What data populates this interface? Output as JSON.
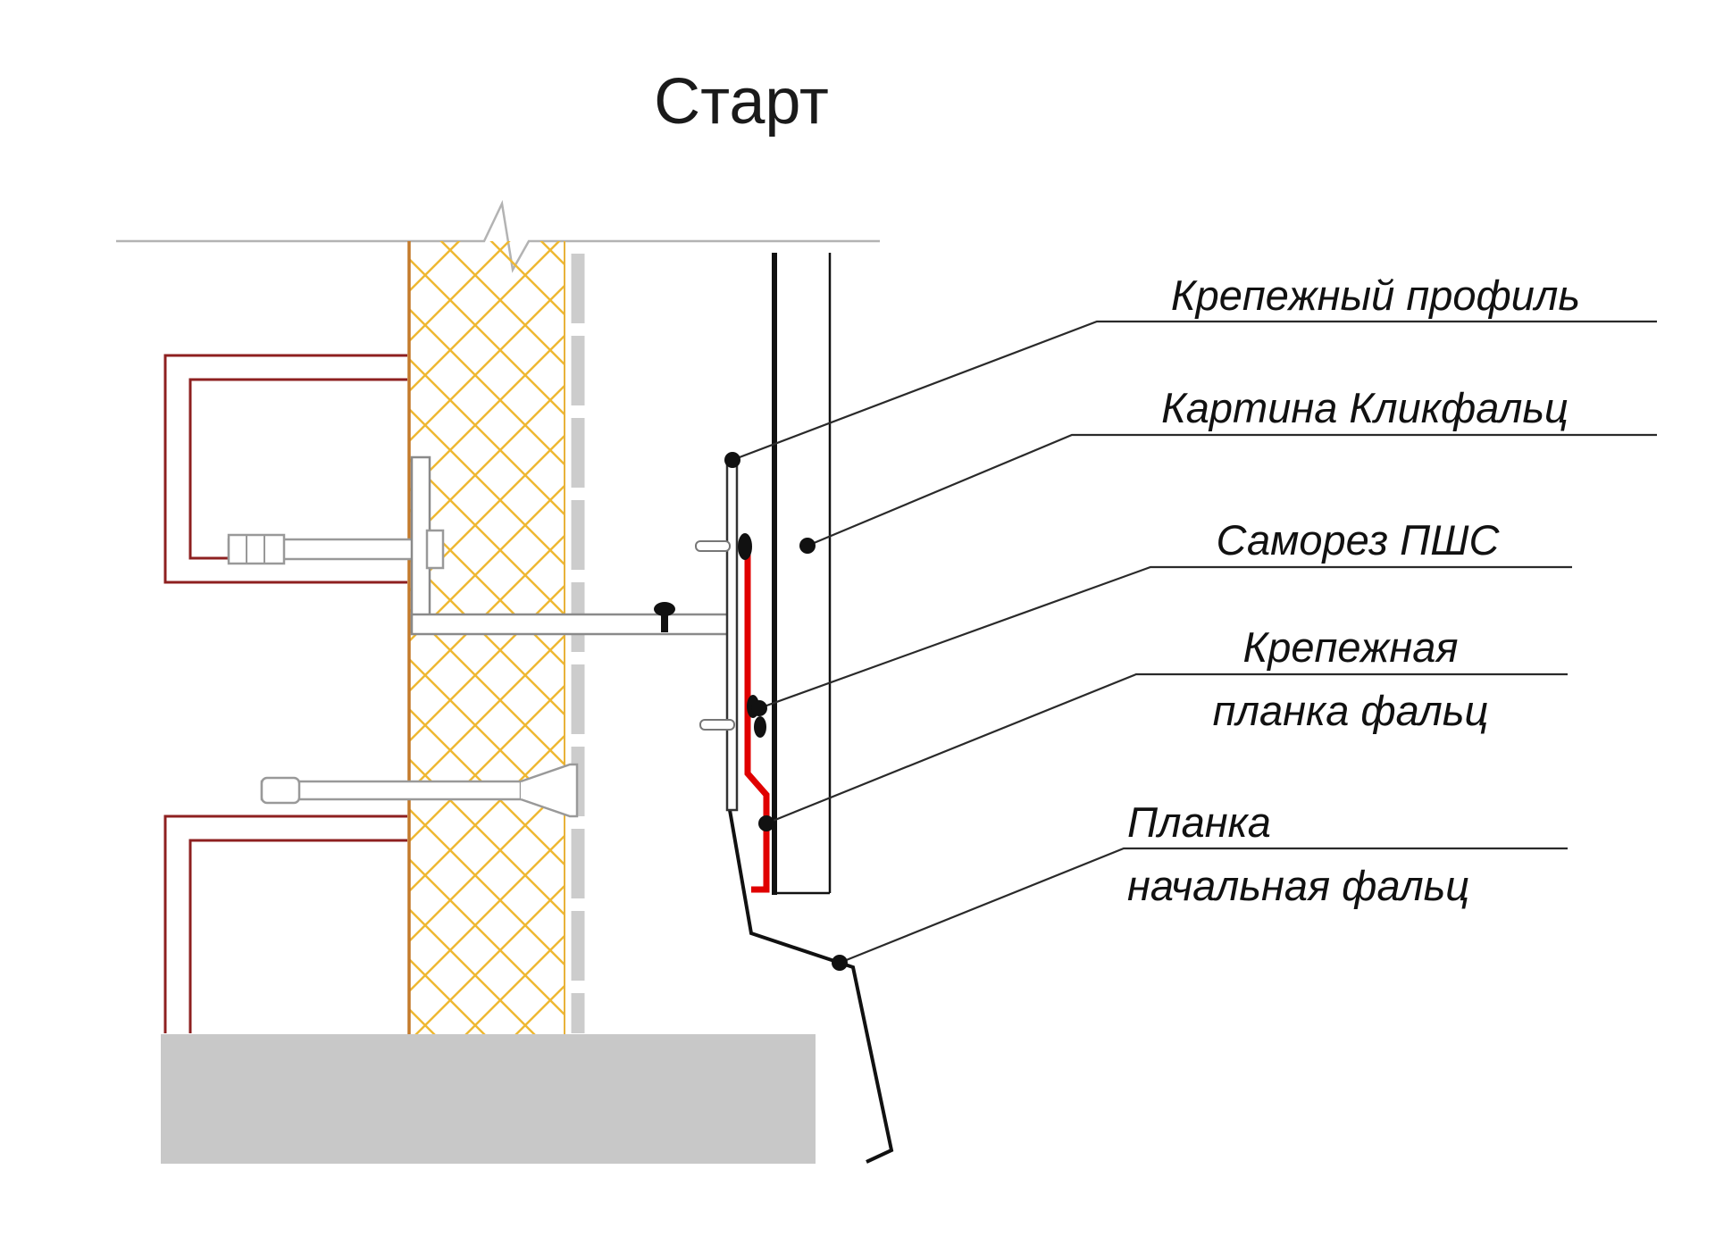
{
  "title": "Старт",
  "labels": {
    "fastening_profile": "Крепежный профиль",
    "click_falz_panel": "Картина Кликфальц",
    "self_tapping_screw": "Саморез ПШС",
    "fastening_strip_line1": "Крепежная",
    "fastening_strip_line2": "планка фальц",
    "starting_strip_line1": "Планка",
    "starting_strip_line2": "начальная фальц"
  },
  "colors": {
    "starting_strip_red": "#e00000",
    "wall_frame_red": "#8e2020",
    "insulation_yellow": "#efb832",
    "insulation_edge_brown": "#c47a2b",
    "foundation_gray": "#c8c8c8",
    "membrane_gray": "#cccccc",
    "break_line_gray": "#b3b3b3",
    "panel_black": "#111111"
  }
}
